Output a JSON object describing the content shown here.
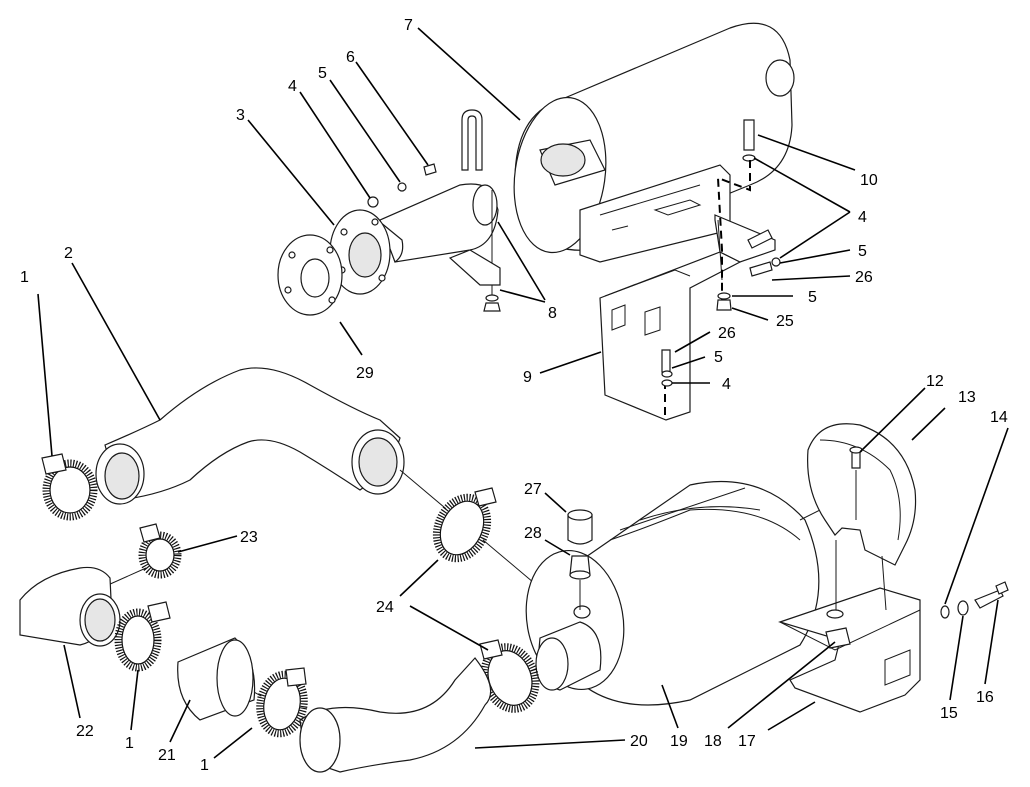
{
  "callouts": [
    {
      "id": "c1a",
      "text": "1"
    },
    {
      "id": "c2",
      "text": "2"
    },
    {
      "id": "c3",
      "text": "3"
    },
    {
      "id": "c4a",
      "text": "4"
    },
    {
      "id": "c5a",
      "text": "5"
    },
    {
      "id": "c6",
      "text": "6"
    },
    {
      "id": "c7",
      "text": "7"
    },
    {
      "id": "c8",
      "text": "8"
    },
    {
      "id": "c9",
      "text": "9"
    },
    {
      "id": "c10",
      "text": "10"
    },
    {
      "id": "c4b",
      "text": "4"
    },
    {
      "id": "c5b",
      "text": "5"
    },
    {
      "id": "c26a",
      "text": "26"
    },
    {
      "id": "c5c",
      "text": "5"
    },
    {
      "id": "c25",
      "text": "25"
    },
    {
      "id": "c26b",
      "text": "26"
    },
    {
      "id": "c5d",
      "text": "5"
    },
    {
      "id": "c4c",
      "text": "4"
    },
    {
      "id": "c29",
      "text": "29"
    },
    {
      "id": "c12",
      "text": "12"
    },
    {
      "id": "c13",
      "text": "13"
    },
    {
      "id": "c14",
      "text": "14"
    },
    {
      "id": "c27",
      "text": "27"
    },
    {
      "id": "c28",
      "text": "28"
    },
    {
      "id": "c23",
      "text": "23"
    },
    {
      "id": "c24",
      "text": "24"
    },
    {
      "id": "c22",
      "text": "22"
    },
    {
      "id": "c1b",
      "text": "1"
    },
    {
      "id": "c21",
      "text": "21"
    },
    {
      "id": "c1c",
      "text": "1"
    },
    {
      "id": "c20",
      "text": "20"
    },
    {
      "id": "c19",
      "text": "19"
    },
    {
      "id": "c18",
      "text": "18"
    },
    {
      "id": "c17",
      "text": "17"
    },
    {
      "id": "c15",
      "text": "15"
    },
    {
      "id": "c16",
      "text": "16"
    }
  ]
}
